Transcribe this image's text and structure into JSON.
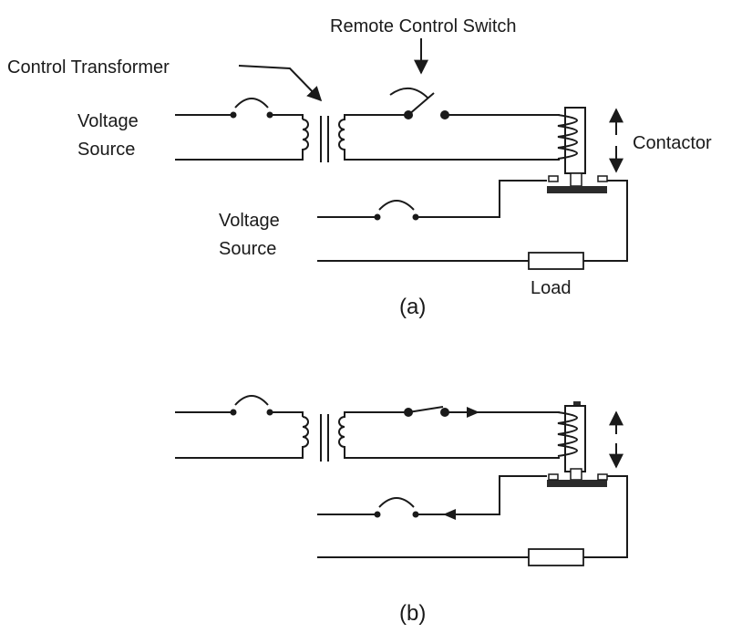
{
  "diagram_a": {
    "labels": {
      "remote_control_switch": "Remote Control Switch",
      "control_transformer": "Control Transformer",
      "voltage_source_1_line1": "Voltage",
      "voltage_source_1_line2": "Source",
      "voltage_source_2_line1": "Voltage",
      "voltage_source_2_line2": "Source",
      "contactor": "Contactor",
      "load": "Load"
    },
    "caption": "(a)"
  },
  "diagram_b": {
    "caption": "(b)"
  }
}
